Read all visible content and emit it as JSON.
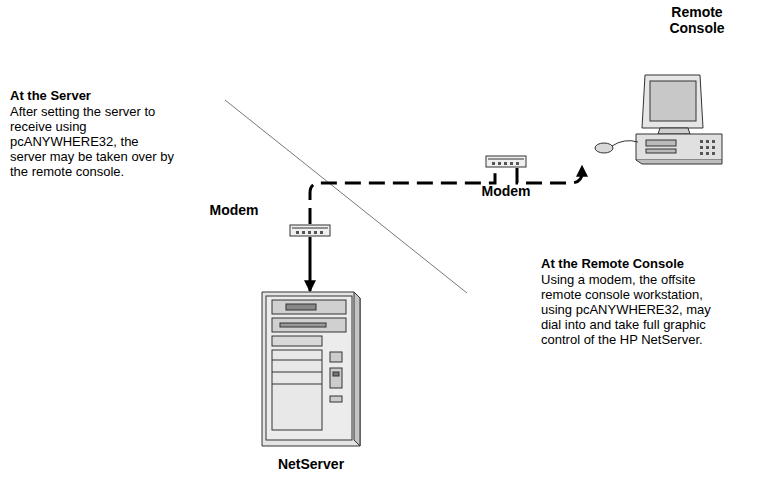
{
  "diagram": {
    "nodes": [
      {
        "text": [
          "Remote Console"
        ]
      },
      {
        "text": [
          "Modem"
        ]
      },
      {
        "text": [
          "Modem"
        ]
      },
      {
        "text": [
          "NetServer"
        ]
      }
    ],
    "edges": [
      {
        "from": 1,
        "to": 2,
        "arrow": "none"
      },
      {
        "from": 2,
        "to": 0,
        "arrow": "to"
      },
      {
        "from": 1,
        "to": 3,
        "arrow": "to"
      }
    ],
    "labels": [
      "At the Server",
      "After setting the server to receive using pcANYWHERE32, the server may be taken over by the remote console.",
      "At the Remote Console",
      "Using a modem, the offsite remote console workstation, using pcANYWHERE32, may dial into and take full graphic control of the HP NetServer."
    ]
  }
}
